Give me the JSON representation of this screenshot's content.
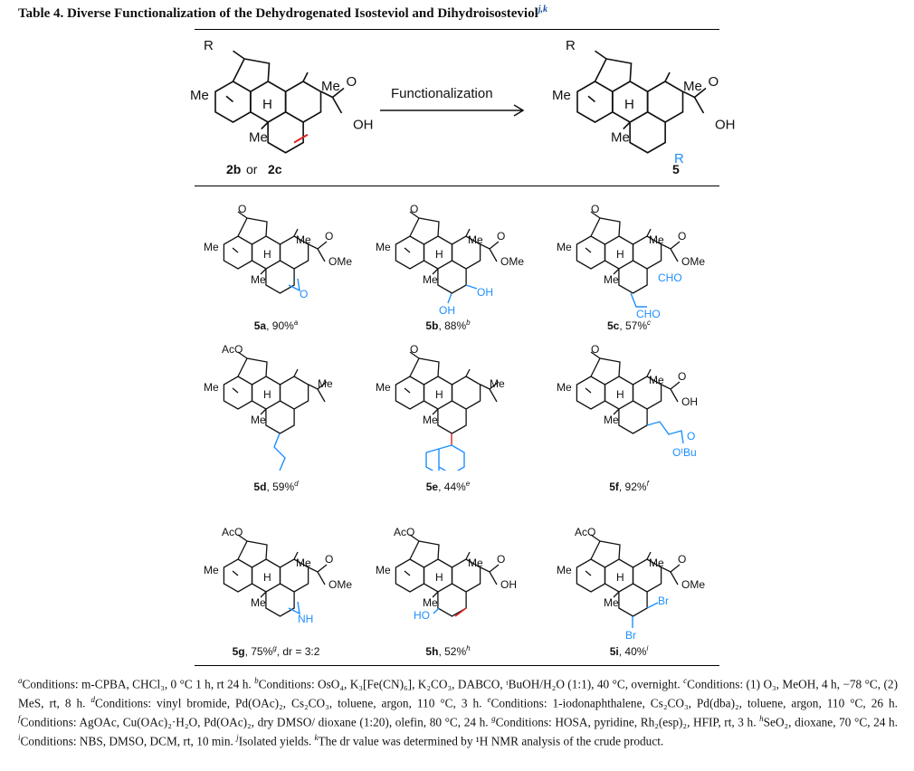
{
  "title": {
    "text": "Table 4. Diverse Functionalization of the Dehydrogenated Isosteviol and Dihydroisosteviol",
    "marks": "j,k"
  },
  "atoms": {
    "me": "Me",
    "h": "H",
    "o": "O",
    "oh": "OH",
    "ome": "OMe",
    "r": "R",
    "aco": "AcO",
    "cho": "CHO",
    "nh": "NH",
    "ho": "HO",
    "br": "Br",
    "otbu": "OᵗBu"
  },
  "scheme": {
    "reactant_a": "2b",
    "reactant_or": " or ",
    "reactant_b": "2c",
    "arrow_label": "Functionalization",
    "product": "5"
  },
  "compounds": [
    {
      "id": "5a",
      "yield": ", 90%",
      "note": "a",
      "extra": ""
    },
    {
      "id": "5b",
      "yield": ", 88%",
      "note": "b",
      "extra": ""
    },
    {
      "id": "5c",
      "yield": ", 57%",
      "note": "c",
      "extra": ""
    },
    {
      "id": "5d",
      "yield": ", 59%",
      "note": "d",
      "extra": ""
    },
    {
      "id": "5e",
      "yield": ", 44%",
      "note": "e",
      "extra": ""
    },
    {
      "id": "5f",
      "yield": ", 92%",
      "note": "f",
      "extra": ""
    },
    {
      "id": "5g",
      "yield": ", 75%",
      "note": "g",
      "extra": ", dr = 3:2"
    },
    {
      "id": "5h",
      "yield": ", 52%",
      "note": "h",
      "extra": ""
    },
    {
      "id": "5i",
      "yield": ", 40%",
      "note": "i",
      "extra": ""
    }
  ],
  "colors": {
    "blue": "#1e8fff",
    "red": "#e02020"
  },
  "footnotes": [
    {
      "mark": "a",
      "text": "Conditions: m-CPBA, CHCl₃, 0 °C 1 h, rt 24 h. "
    },
    {
      "mark": "b",
      "text": "Conditions: OsO₄, K₃[Fe(CN)₆], K₂CO₃, DABCO, ᵗBuOH/H₂O (1:1), 40 °C, overnight. "
    },
    {
      "mark": "c",
      "text": "Conditions: (1) O₃, MeOH, 4 h, −78 °C, (2) MeS, rt, 8 h. "
    },
    {
      "mark": "d",
      "text": "Conditions: vinyl bromide, Pd(OAc)₂, Cs₂CO₃, toluene, argon, 110 °C, 3 h. "
    },
    {
      "mark": "e",
      "text": "Conditions: 1-iodonaphthalene, Cs₂CO₃, Pd(dba)₂, toluene, argon, 110 °C, 26 h. "
    },
    {
      "mark": "f",
      "text": "Conditions: AgOAc, Cu(OAc)₂·H₂O, Pd(OAc)₂, dry DMSO/ dioxane (1:20), olefin, 80 °C, 24 h. "
    },
    {
      "mark": "g",
      "text": "Conditions: HOSA, pyridine, Rh₂(esp)₂, HFIP, rt, 3 h. "
    },
    {
      "mark": "h",
      "text": "SeO₂, dioxane, 70 °C, 24 h. "
    },
    {
      "mark": "i",
      "text": "Conditions: NBS, DMSO, DCM, rt, 10 min. "
    },
    {
      "mark": "j",
      "text": "Isolated yields. "
    },
    {
      "mark": "k",
      "text": "The dr value was determined by ¹H NMR analysis of the crude product."
    }
  ]
}
